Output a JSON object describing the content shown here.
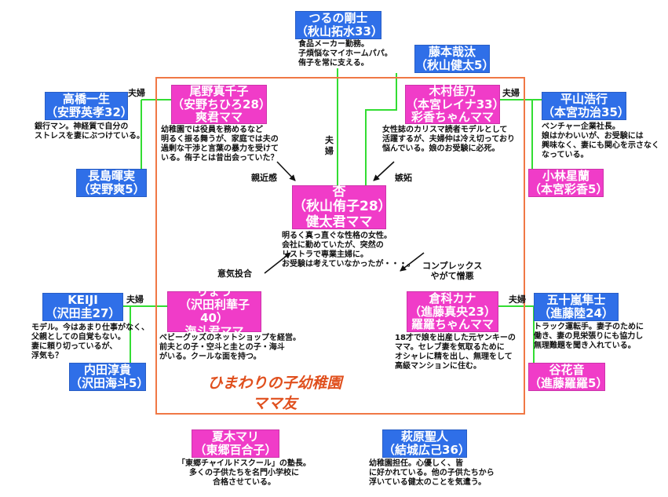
{
  "diagram": {
    "title": [
      "ひまわりの子幼稚園",
      "ママ友"
    ],
    "colors": {
      "male": "#2f6fe8",
      "female": "#f03cc8",
      "frame": "#f07845",
      "link": "#33dd33",
      "title": "#e0501e"
    },
    "nodes": {
      "tsuruno": {
        "lines": [
          "つるの剛士",
          "（秋山拓水33）"
        ],
        "desc": [
          "食品メーカー勤務。",
          "子煩悩なマイホームパパ。",
          "侑子を常に支える。"
        ]
      },
      "fujimoto": {
        "lines": [
          "藤本哉汰",
          "（秋山健太5）"
        ]
      },
      "onoMako": {
        "lines": [
          "尾野真千子",
          "（安野ちひろ28）",
          "爽君ママ"
        ],
        "desc": [
          "幼稚園では役員を務めるなど",
          "明るく振る舞うが、家庭では夫の",
          "過剰な干渉と言葉の暴力を受けて",
          "いる。侑子とは昔出会っていた？"
        ]
      },
      "kimura": {
        "lines": [
          "木村佳乃",
          "（本宮レイナ33）",
          "彩香ちゃんママ"
        ],
        "desc": [
          "女性誌のカリスマ読者モデルとして",
          "活躍するが、夫婦仲は冷え切っており",
          "悩んでいる。娘のお受験に必死。"
        ]
      },
      "takahashi": {
        "lines": [
          "高橋一生",
          "（安野英孝32）"
        ],
        "desc": [
          "銀行マン。神経質で自分の",
          "ストレスを妻にぶつけている。"
        ]
      },
      "hirayama": {
        "lines": [
          "平山浩行",
          "（本宮功治35）"
        ],
        "desc": [
          "ベンチャー企業社長。",
          "娘はかわいいが、お受験には",
          "興味なく、妻にも関心を示さなく",
          "なっている。"
        ]
      },
      "nagashima": {
        "lines": [
          "長島暉実",
          "（安野爽5）"
        ]
      },
      "kobayashi": {
        "lines": [
          "小林星蘭",
          "（本宮彩香5）"
        ]
      },
      "anne": {
        "lines": [
          "杏",
          "（秋山侑子28）",
          "健太君ママ"
        ],
        "desc": [
          "明るく真っ直ぐな性格の女性。",
          "会社に勤めていたが、突然の",
          "リストラで専業主婦に。",
          "お受験は考えていなかったが・・・。"
        ]
      },
      "ryo": {
        "lines": [
          "りょう",
          "（沢田利華子40）",
          "海斗君ママ"
        ],
        "desc": [
          "ベビーグッズのネットショップを経営。",
          "前夫との子・空斗と圭との子・海斗",
          "がいる。クールな面を持つ。"
        ]
      },
      "kurashina": {
        "lines": [
          "倉科カナ",
          "（進藤真央23）",
          "羅羅ちゃんママ"
        ],
        "desc": [
          "18才で娘を出産した元ヤンキーの",
          "ママ。セレブ妻を気取るために",
          "オシャレに精を出し、無理をして",
          "高級マンションに住む。"
        ]
      },
      "keiji": {
        "lines": [
          "KEIJI",
          "（沢田圭27）"
        ],
        "desc": [
          "モデル。今はあまり仕事がなく、",
          "父親としての自覚もない。",
          "妻に頼り切っているが、",
          "浮気も？"
        ]
      },
      "ikarashi": {
        "lines": [
          "五十嵐隼士",
          "（進藤陸24）"
        ],
        "desc": [
          "トラック運転手。妻子のために",
          "働き、妻の見栄張りにも協力し",
          "無理難題を聞き入れている。"
        ]
      },
      "uchida": {
        "lines": [
          "内田淳貴",
          "（沢田海斗5）"
        ]
      },
      "tanihana": {
        "lines": [
          "谷花音",
          "（進藤羅羅5）"
        ]
      },
      "natsuki": {
        "lines": [
          "夏木マリ",
          "（東郷百合子）"
        ],
        "desc": [
          "「東郷チャイルドスクール」の塾長。",
          "多くの子供たちを名門小学校に",
          "合格させている。"
        ]
      },
      "hagiwara": {
        "lines": [
          "萩原聖人",
          "（結城広己36）"
        ],
        "desc": [
          "幼稚園担任。心優しく、皆",
          "に好かれている。他の子供たちから",
          "浮いている健太のことを気遣う。"
        ]
      }
    },
    "relations": {
      "couple": "夫婦",
      "couple_center": [
        "夫",
        "婦"
      ],
      "shinkinkan": "親近感",
      "shitto": "嫉妬",
      "ikitougou": "意気投合",
      "complex": [
        "コンプレックス",
        "やがて憎悪"
      ]
    }
  }
}
